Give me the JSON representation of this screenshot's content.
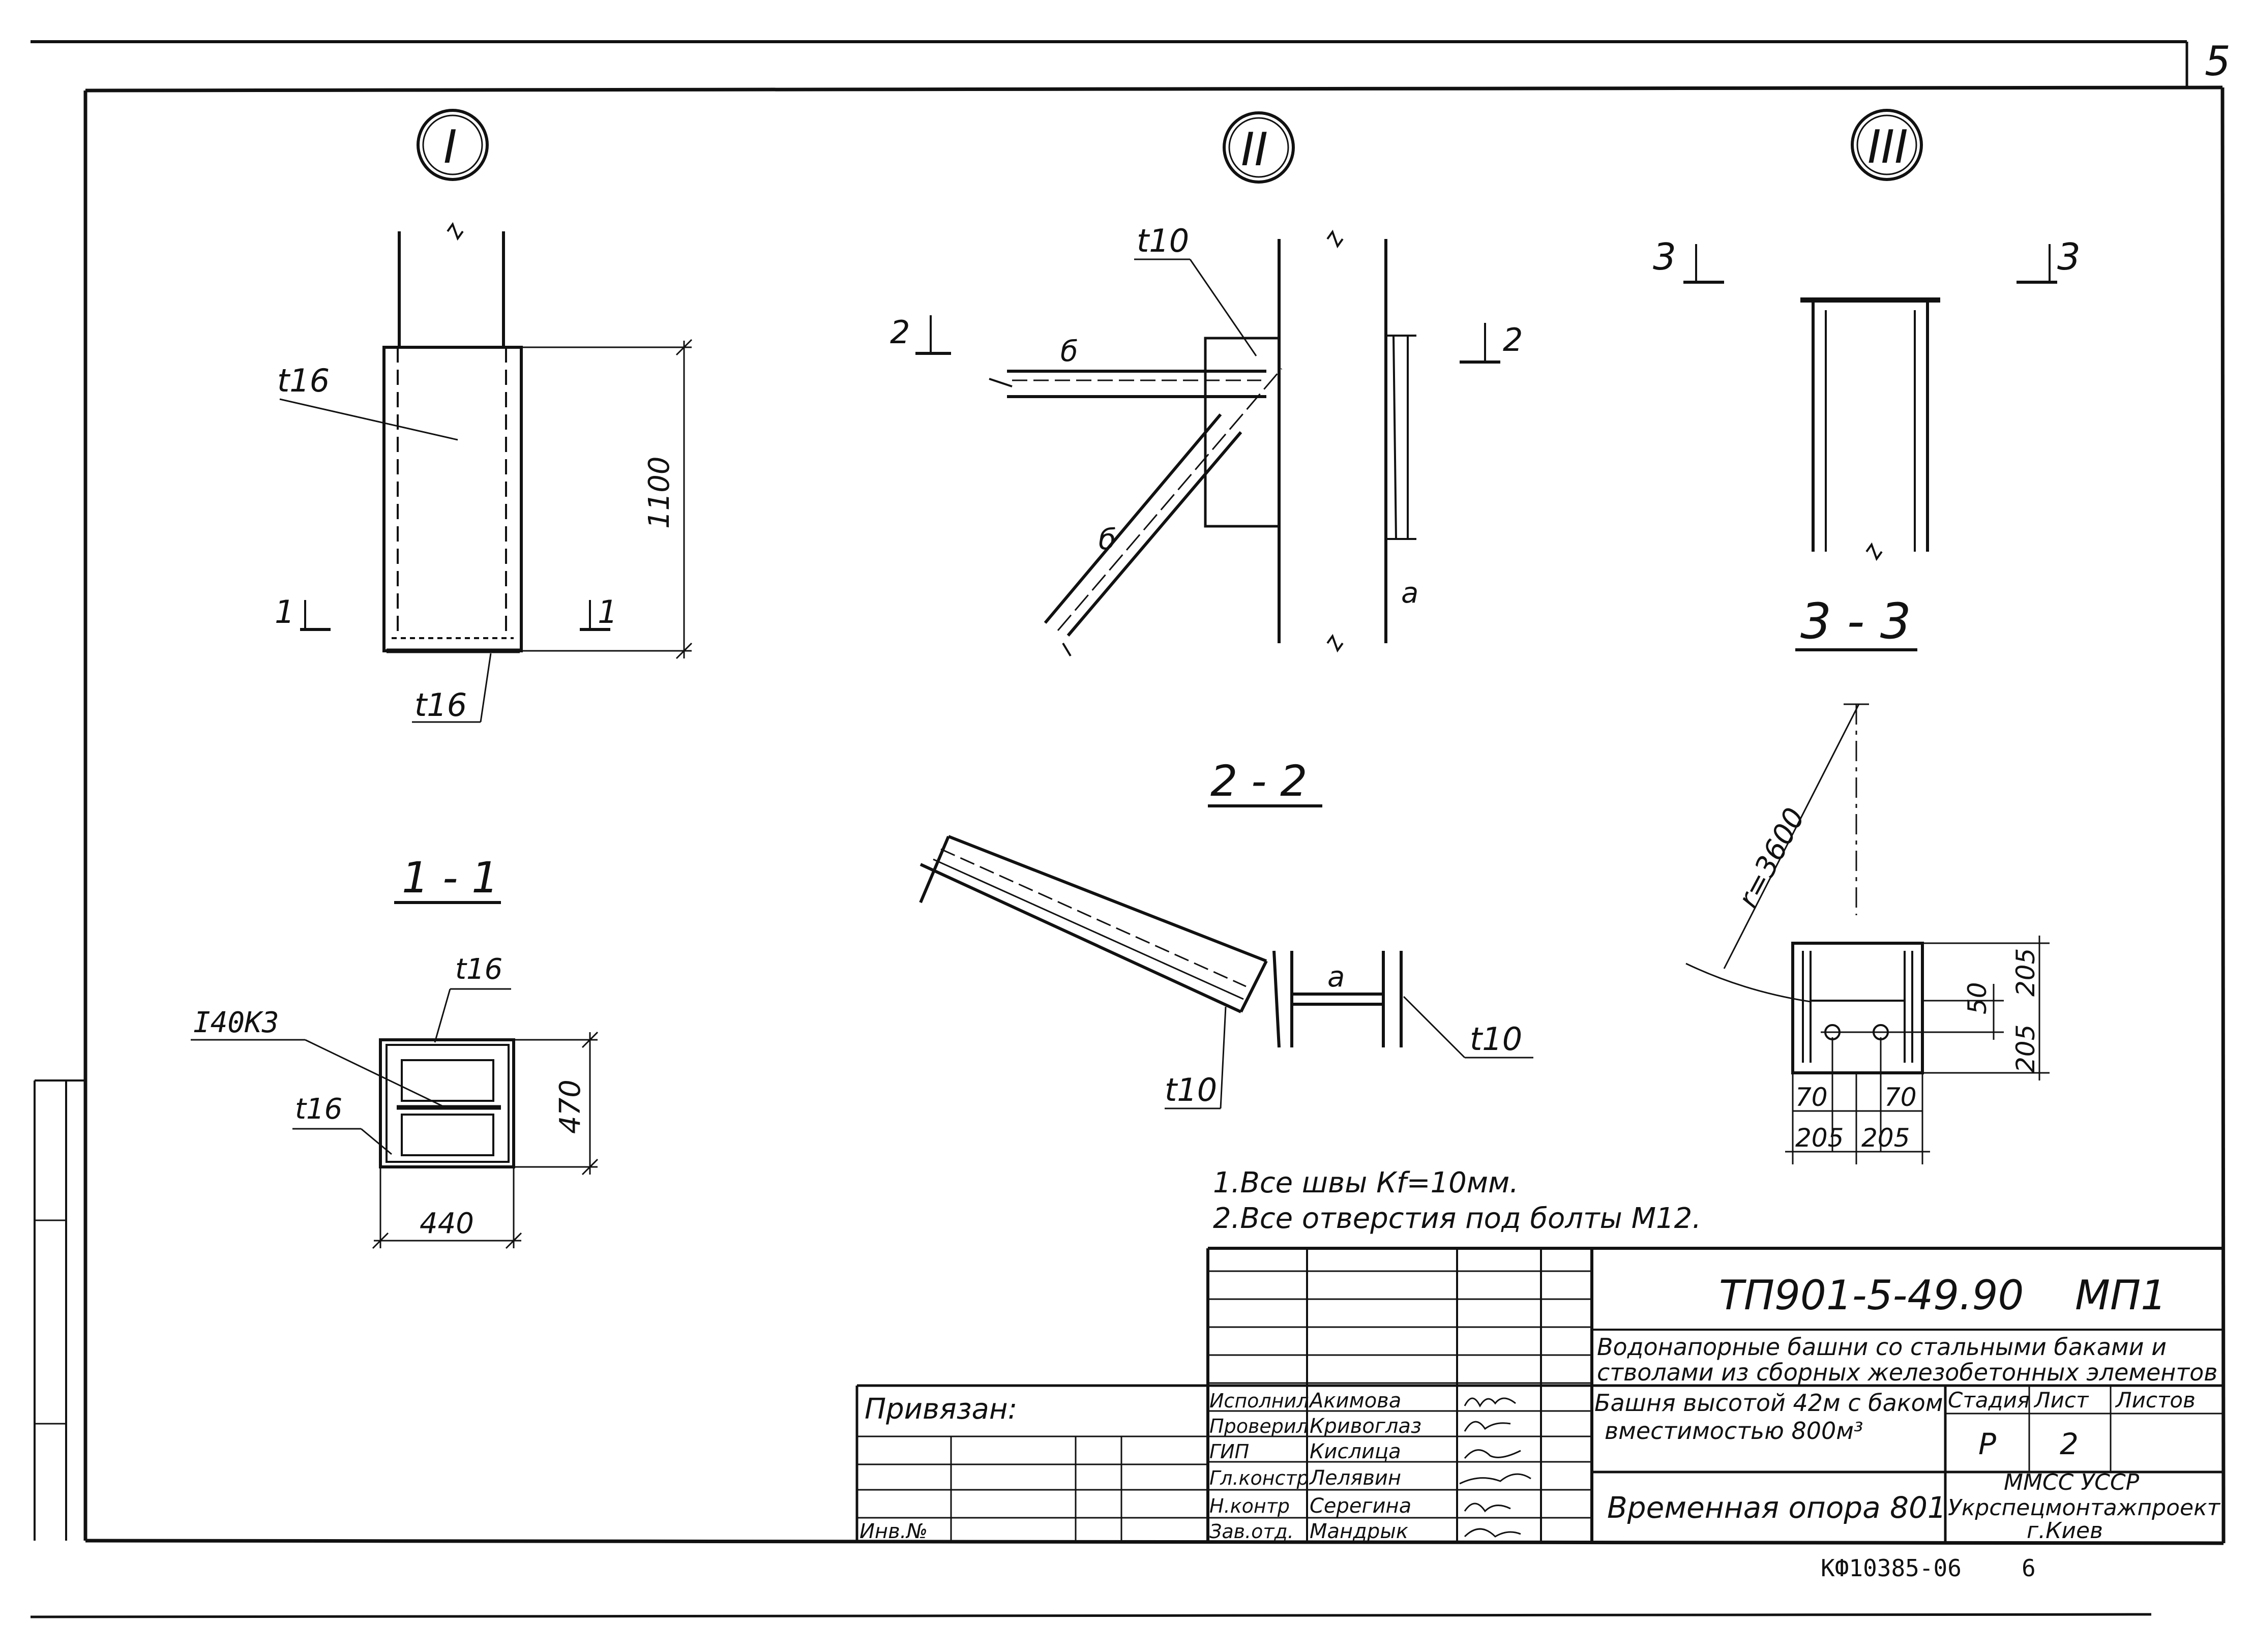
{
  "sheet": {
    "page_number": "5",
    "bottom_code": "КФ10385-06",
    "bottom_number": "6"
  },
  "views": {
    "node1_label": "I",
    "node2_label": "II",
    "node3_label": "III",
    "section_1_1": "1 - 1",
    "section_2_2": "2 - 2",
    "section_3_3": "3 - 3"
  },
  "section_marks": {
    "one": "1",
    "two": "2",
    "three": "3"
  },
  "callouts": {
    "t16": "t16",
    "t10": "t10",
    "beam": "I40K3",
    "a": "а",
    "b": "б",
    "radius": "r=3600"
  },
  "dimensions": {
    "d1100": "1100",
    "d470": "470",
    "d440": "440",
    "d50": "50",
    "d205": "205",
    "d70": "70"
  },
  "notes": [
    "1.Все швы Кf=10мм.",
    "2.Все отверстия под болты М12."
  ],
  "title_block": {
    "doc_code": "ТП901-5-49.90",
    "doc_mark": "МП1",
    "project_line1": "Водонапорные башни со стальными баками и",
    "project_line2": "стволами из сборных железобетонных элементов",
    "object_line1": "Башня высотой 42м с баком",
    "object_line2": "вместимостью 800м³",
    "sheet_title": "Временная опора 801",
    "stage_header": "Стадия",
    "sheet_header": "Лист",
    "sheets_header": "Листов",
    "stage_value": "Р",
    "sheet_value": "2",
    "org_line1": "ММСС УССР",
    "org_line2": "Укрспецмонтажпроект",
    "org_line3": "г.Киев",
    "bound_label": "Привязан:",
    "inv_label": "Инв.№",
    "roles": [
      {
        "role": "Исполнил",
        "name": "Акимова"
      },
      {
        "role": "Проверил",
        "name": "Кривоглаз"
      },
      {
        "role": "ГИП",
        "name": "Кислица"
      },
      {
        "role": "Гл.констр",
        "name": "Лелявин"
      },
      {
        "role": "Н.контр",
        "name": "Серегина"
      },
      {
        "role": "Зав.отд.",
        "name": "Мандрык"
      }
    ]
  }
}
